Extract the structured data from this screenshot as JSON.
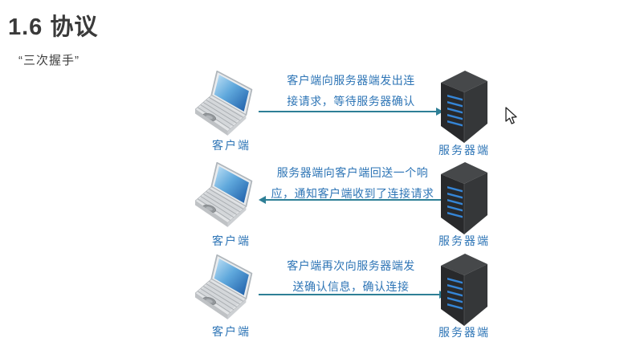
{
  "header": {
    "title": "1.6 协议",
    "subtitle": "“三次握手”"
  },
  "steps": [
    {
      "client_label": "客户端",
      "server_label": "服务器端",
      "message_line1": "客户端向服务器端发出连",
      "message_line2": "接请求，等待服务器确认",
      "arrow_direction": "client-to-server"
    },
    {
      "client_label": "客户端",
      "server_label": "服务器端",
      "message_line1": "服务器端向客户端回送一个响",
      "message_line2": "应，通知客户端收到了连接请求",
      "arrow_direction": "server-to-client"
    },
    {
      "client_label": "客户端",
      "server_label": "服务器端",
      "message_line1": "客户端再次向服务器端发",
      "message_line2": "送确认信息，确认连接",
      "arrow_direction": "client-to-server"
    }
  ],
  "colors": {
    "accent_text_blue": "#2E75B6",
    "arrow_teal": "#2E7F96",
    "title_gray": "#3A3A3A",
    "server_led_blue": "#3585D6"
  }
}
